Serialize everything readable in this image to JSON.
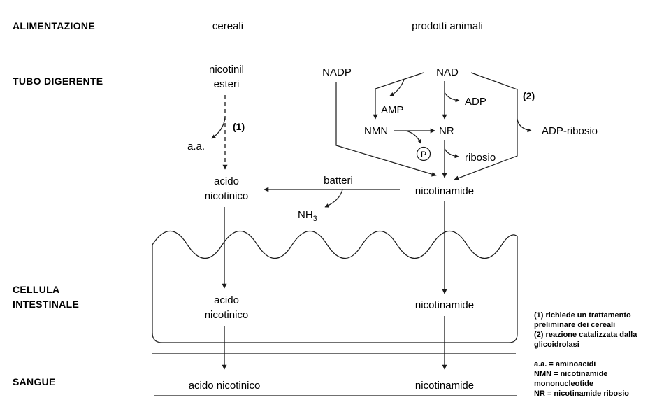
{
  "rows": {
    "alimentazione": "ALIMENTAZIONE",
    "tubo_digerente": "TUBO DIGERENTE",
    "cellula_line1": "CELLULA",
    "cellula_line2": "INTESTINALE",
    "sangue": "SANGUE"
  },
  "columns": {
    "cereali": "cereali",
    "prodotti_animali": "prodotti animali"
  },
  "nodes": {
    "nicotinil_line1": "nicotinil",
    "nicotinil_line2": "esteri",
    "aa": "a.a.",
    "step1": "(1)",
    "acido_tubo_line1": "acido",
    "acido_tubo_line2": "nicotinico",
    "batteri": "batteri",
    "nh3_base": "NH",
    "nh3_sub": "3",
    "nadp": "NADP",
    "nad": "NAD",
    "amp": "AMP",
    "adp": "ADP",
    "step2": "(2)",
    "nmn": "NMN",
    "nr": "NR",
    "p_circle": "P",
    "ribosio": "ribosio",
    "adp_ribosio": "ADP-ribosio",
    "nicotinamide_tubo": "nicotinamide",
    "acido_cell_line1": "acido",
    "acido_cell_line2": "nicotinico",
    "nicotinamide_cell": "nicotinamide",
    "acido_sangue": "acido nicotinico",
    "nicotinamide_sangue": "nicotinamide"
  },
  "notes": {
    "n1_line1": "(1) richiede un trattamento",
    "n1_line2": "preliminare dei cereali",
    "n2_line1": "(2) reazione catalizzata dalla",
    "n2_line2": "glicoidrolasi",
    "abbr1": "a.a. = aminoacidi",
    "abbr2_line1": "NMN = nicotinamide",
    "abbr2_line2": "mononucleotide",
    "abbr3": "NR = nicotinamide ribosio"
  },
  "colors": {
    "ink": "#1a1a1a",
    "background": "#ffffff"
  }
}
